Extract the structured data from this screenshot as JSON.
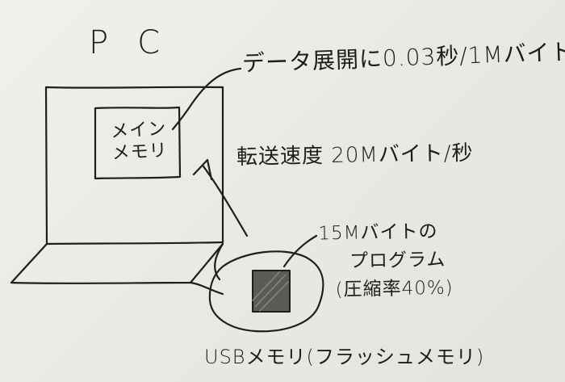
{
  "diagram": {
    "pc_label": "PC",
    "decompression_note": "データ展開に0.03秒/1Mバイト",
    "main_memory_line1": "メイン",
    "main_memory_line2": "メモリ",
    "transfer_note": "転送速度 20Mバイト/秒",
    "program_line1": "15Mバイトの",
    "program_line2": "プログラム",
    "program_line3": "(圧縮率40%)",
    "usb_label": "USBメモリ(フラッシュメモリ)"
  },
  "colors": {
    "paper": "#ecebe6",
    "ink": "#1c1c1c"
  }
}
